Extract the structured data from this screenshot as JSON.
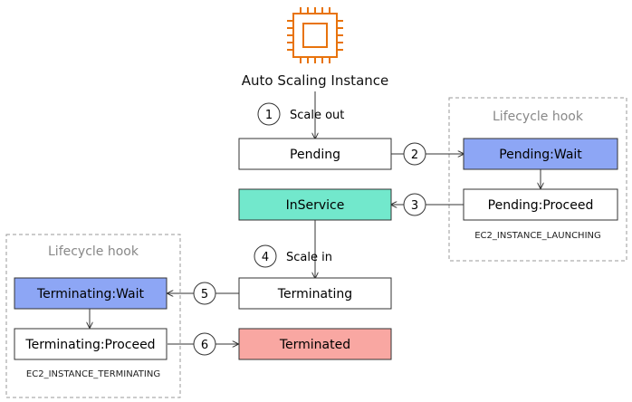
{
  "instance": {
    "title": "Auto Scaling Instance",
    "icon": "ec2-chip-icon",
    "icon_color": "#E8730C"
  },
  "steps": [
    {
      "num": "1",
      "label": "Scale out"
    },
    {
      "num": "2",
      "label": ""
    },
    {
      "num": "3",
      "label": ""
    },
    {
      "num": "4",
      "label": "Scale in"
    },
    {
      "num": "5",
      "label": ""
    },
    {
      "num": "6",
      "label": ""
    }
  ],
  "states": {
    "pending": "Pending",
    "pending_wait": "Pending:Wait",
    "pending_proceed": "Pending:Proceed",
    "inservice": "InService",
    "terminating": "Terminating",
    "terminating_wait": "Terminating:Wait",
    "terminating_proceed": "Terminating:Proceed",
    "terminated": "Terminated"
  },
  "hooks": {
    "launch": {
      "title": "Lifecycle hook",
      "event": "EC2_INSTANCE_LAUNCHING"
    },
    "terminate": {
      "title": "Lifecycle hook",
      "event": "EC2_INSTANCE_TERMINATING"
    }
  },
  "colors": {
    "wait": "#8DA6F5",
    "inservice": "#72E8CC",
    "terminated": "#F9A7A2",
    "plain": "#FFFFFF",
    "stroke": "#333333",
    "hook_border": "#999999",
    "hook_title": "#888888"
  }
}
